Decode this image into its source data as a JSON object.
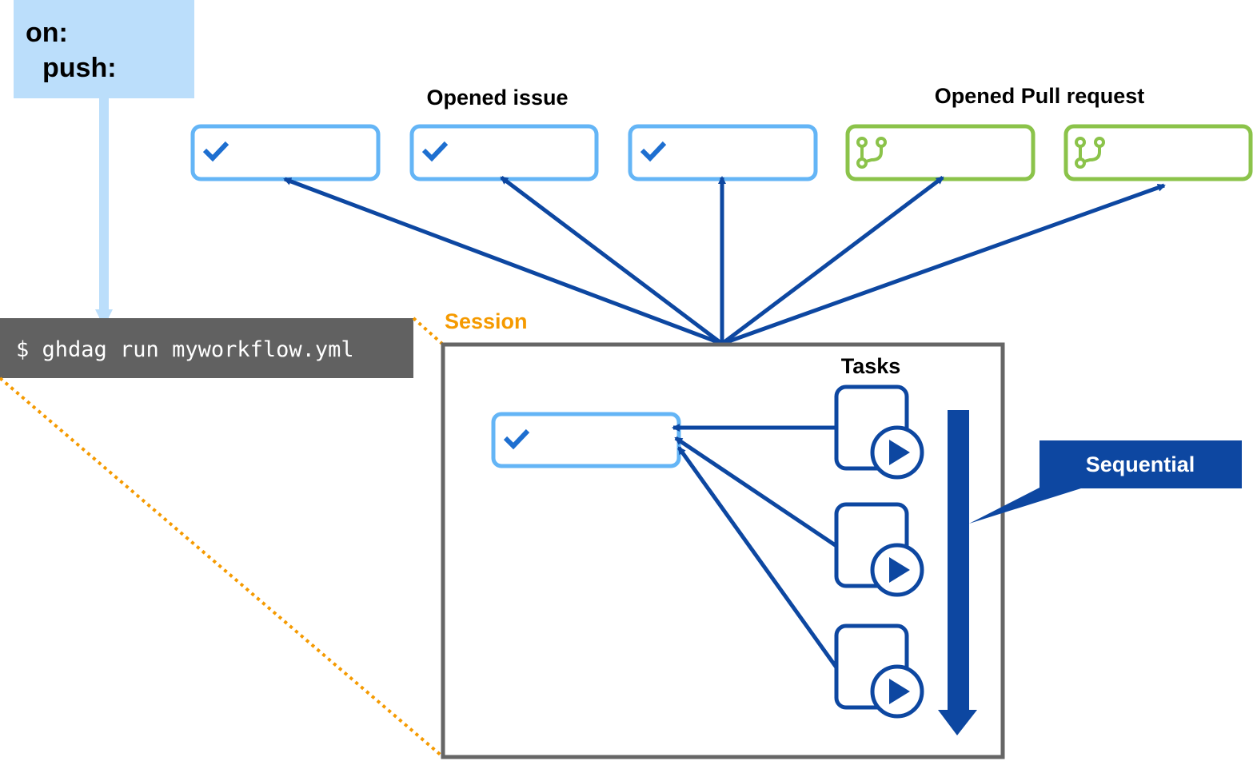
{
  "trigger": {
    "line1": "on:",
    "line2": "push:"
  },
  "command": {
    "text": "$ ghdag run myworkflow.yml"
  },
  "labels": {
    "opened_issue": "Opened issue",
    "opened_pull_request": "Opened Pull request",
    "session": "Session",
    "tasks": "Tasks",
    "sequential": "Sequential"
  },
  "targets": [
    {
      "kind": "issue",
      "icon": "check-icon"
    },
    {
      "kind": "issue",
      "icon": "check-icon"
    },
    {
      "kind": "issue",
      "icon": "check-icon"
    },
    {
      "kind": "pull-request",
      "icon": "pull-request-icon"
    },
    {
      "kind": "pull-request",
      "icon": "pull-request-icon"
    }
  ],
  "tasks": [
    {
      "icon": "play-icon"
    },
    {
      "icon": "play-icon"
    },
    {
      "icon": "play-icon"
    }
  ],
  "colors": {
    "trigger_fill": "#bbdefb",
    "issue_border": "#64b5f6",
    "check": "#1e6fd0",
    "pr_border": "#8bc34a",
    "arrow": "#0d47a1",
    "command_bg": "#616161",
    "session_label": "#f59a00",
    "session_border": "#666666",
    "sequential_bg": "#0d47a1"
  }
}
